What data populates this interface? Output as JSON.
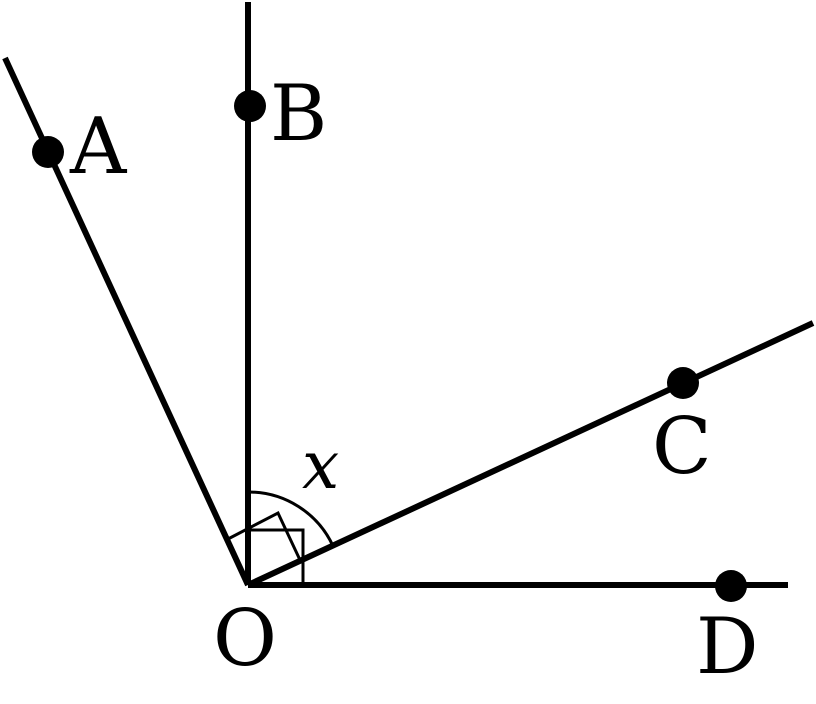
{
  "diagram": {
    "points": {
      "a": "A",
      "b": "B",
      "c": "C",
      "d": "D",
      "o": "O"
    },
    "angle_label": "x",
    "right_angles": [
      "AOC",
      "BOD"
    ],
    "marked_angle": "BOC"
  }
}
